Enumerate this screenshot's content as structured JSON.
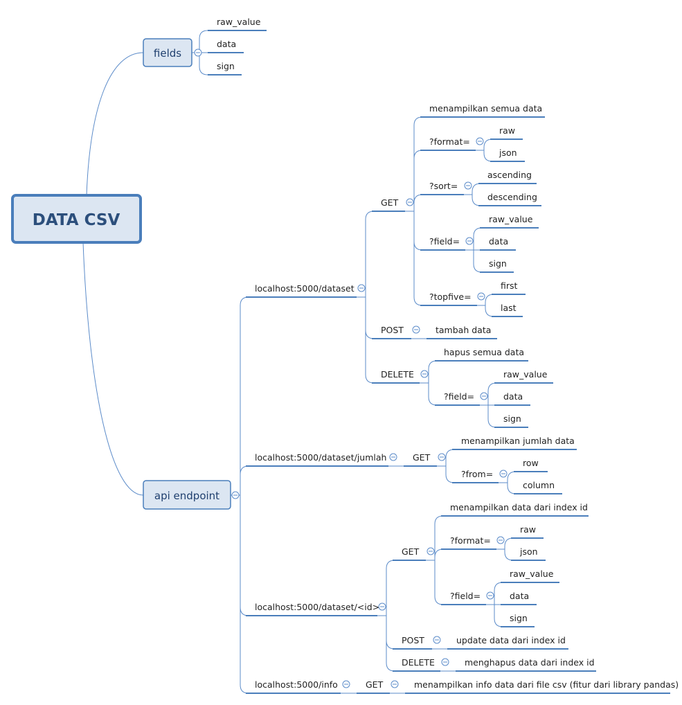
{
  "root": {
    "label": "DATA CSV"
  },
  "fields": {
    "label": "fields",
    "children": [
      "raw_value",
      "data",
      "sign"
    ]
  },
  "api": {
    "label": "api endpoint",
    "endpoints": {
      "dataset": {
        "label": "localhost:5000/dataset",
        "get": {
          "label": "GET",
          "all": "menampilkan semua data",
          "format": {
            "label": "?format=",
            "options": [
              "raw",
              "json"
            ]
          },
          "sort": {
            "label": "?sort=",
            "options": [
              "ascending",
              "descending"
            ]
          },
          "field": {
            "label": "?field=",
            "options": [
              "raw_value",
              "data",
              "sign"
            ]
          },
          "topfive": {
            "label": "?topfive=",
            "options": [
              "first",
              "last"
            ]
          }
        },
        "post": {
          "label": "POST",
          "action": "tambah data"
        },
        "delete": {
          "label": "DELETE",
          "all": "hapus semua data",
          "field": {
            "label": "?field=",
            "options": [
              "raw_value",
              "data",
              "sign"
            ]
          }
        }
      },
      "jumlah": {
        "label": "localhost:5000/dataset/jumlah",
        "get": {
          "label": "GET",
          "all": "menampilkan jumlah data",
          "from": {
            "label": "?from=",
            "options": [
              "row",
              "column"
            ]
          }
        }
      },
      "byid": {
        "label": "localhost:5000/dataset/<id>",
        "get": {
          "label": "GET",
          "all": "menampilkan data dari index id",
          "format": {
            "label": "?format=",
            "options": [
              "raw",
              "json"
            ]
          },
          "field": {
            "label": "?field=",
            "options": [
              "raw_value",
              "data",
              "sign"
            ]
          }
        },
        "post": {
          "label": "POST",
          "action": "update data dari index id"
        },
        "delete": {
          "label": "DELETE",
          "action": "menghapus data dari index id"
        }
      },
      "info": {
        "label": "localhost:5000/info",
        "get": {
          "label": "GET",
          "action": "menampilkan info data dari file csv (fitur dari library pandas)"
        }
      }
    }
  }
}
